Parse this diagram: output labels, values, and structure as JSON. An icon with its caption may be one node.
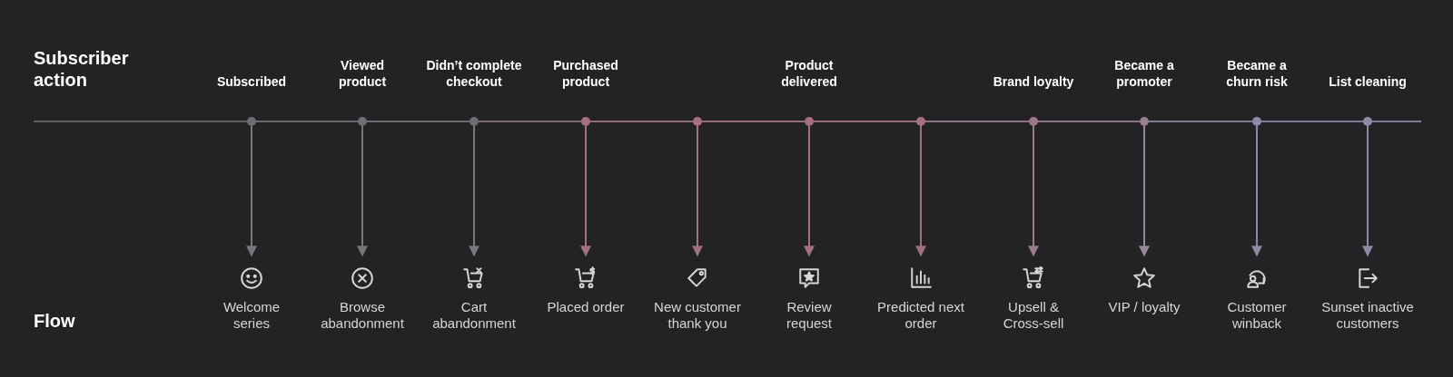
{
  "diagram": {
    "nodes": [
      {
        "text": [],
        "shape": "circle",
        "beside": [
          "Subscribed"
        ]
      },
      {
        "text": [],
        "shape": "circle",
        "beside": [
          "Viewed product"
        ]
      },
      {
        "text": [],
        "shape": "circle",
        "beside": [
          "Didn’t complete checkout"
        ]
      },
      {
        "text": [],
        "shape": "circle",
        "beside": [
          "Purchased product"
        ]
      },
      {
        "text": [],
        "shape": "circle"
      },
      {
        "text": [],
        "shape": "circle",
        "beside": [
          "Product delivered"
        ]
      },
      {
        "text": [],
        "shape": "circle"
      },
      {
        "text": [],
        "shape": "circle",
        "beside": [
          "Brand loyalty"
        ]
      },
      {
        "text": [],
        "shape": "circle",
        "beside": [
          "Became a promoter"
        ]
      },
      {
        "text": [],
        "shape": "circle",
        "beside": [
          "Became a churn risk"
        ]
      },
      {
        "text": [],
        "shape": "circle",
        "beside": [
          "List cleaning"
        ]
      },
      {
        "text": [
          "Welcome series"
        ]
      },
      {
        "text": [
          "Browse abandonment"
        ]
      },
      {
        "text": [
          "Cart abandonment"
        ]
      },
      {
        "text": [
          "Placed order"
        ]
      },
      {
        "text": [
          "New customer thank you"
        ]
      },
      {
        "text": [
          "Review request"
        ]
      },
      {
        "text": [
          "Predicted next order"
        ]
      },
      {
        "text": [
          "Upsell & Cross-sell"
        ]
      },
      {
        "text": [
          "VIP / loyalty"
        ]
      },
      {
        "text": [
          "Customer winback"
        ]
      },
      {
        "text": [
          "Sunset inactive customers"
        ]
      }
    ],
    "edges": [
      {
        "from": 0,
        "to": 11,
        "arrow": "to",
        "color": "#77777b"
      },
      {
        "from": 1,
        "to": 12,
        "arrow": "to",
        "color": "#77777b"
      },
      {
        "from": 2,
        "to": 13,
        "arrow": "to",
        "color": "#77777b"
      },
      {
        "from": 3,
        "to": 14,
        "arrow": "to",
        "color": "#a0707f"
      },
      {
        "from": 4,
        "to": 15,
        "arrow": "to",
        "color": "#a0707f"
      },
      {
        "from": 5,
        "to": 16,
        "arrow": "to",
        "color": "#a0707f"
      },
      {
        "from": 6,
        "to": 17,
        "arrow": "to",
        "color": "#a0707f"
      },
      {
        "from": 7,
        "to": 18,
        "arrow": "to",
        "color": "#9c7a8a"
      },
      {
        "from": 8,
        "to": 19,
        "arrow": "to",
        "color": "#938799"
      },
      {
        "from": 9,
        "to": 20,
        "arrow": "to",
        "color": "#8a8aa5"
      },
      {
        "from": 10,
        "to": 21,
        "arrow": "to",
        "color": "#8a8aa5"
      },
      {
        "from": 0,
        "to": 1,
        "arrow": "none",
        "color": "#69696d"
      },
      {
        "from": 1,
        "to": 2,
        "arrow": "none",
        "color": "#6d6a70"
      },
      {
        "from": 2,
        "to": 3,
        "arrow": "none",
        "color": "#7c6a72"
      },
      {
        "from": 3,
        "to": 4,
        "arrow": "none",
        "color": "#8f6a78"
      },
      {
        "from": 4,
        "to": 5,
        "arrow": "none",
        "color": "#946c7a"
      },
      {
        "from": 5,
        "to": 6,
        "arrow": "none",
        "color": "#946c7a"
      },
      {
        "from": 6,
        "to": 7,
        "arrow": "none",
        "color": "#8f7080"
      },
      {
        "from": 7,
        "to": 8,
        "arrow": "none",
        "color": "#887588"
      },
      {
        "from": 8,
        "to": 9,
        "arrow": "none",
        "color": "#7f7a92"
      },
      {
        "from": 9,
        "to": 10,
        "arrow": "none",
        "color": "#7a7c98"
      }
    ],
    "labels": [
      "Subscriber action",
      "Flow"
    ]
  }
}
